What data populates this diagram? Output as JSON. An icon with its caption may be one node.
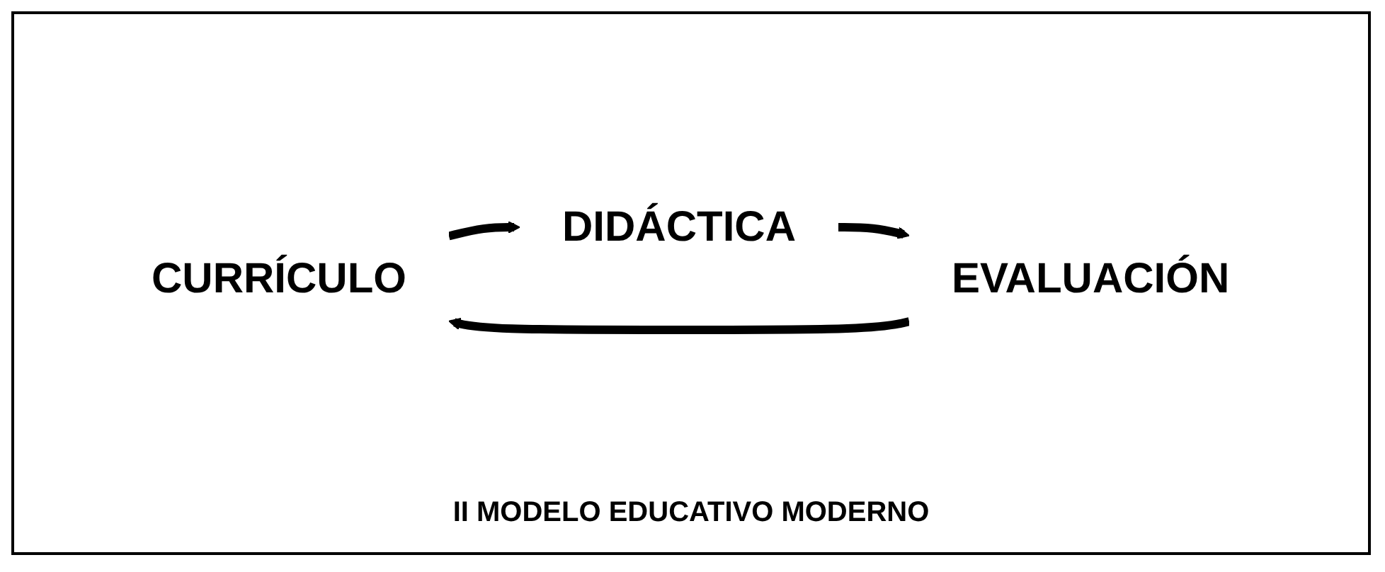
{
  "diagram": {
    "caption": "II MODELO EDUCATIVO MODERNO",
    "nodes": [
      {
        "text": [
          "CURRÍCULO"
        ]
      },
      {
        "text": [
          "DIDÁCTICA"
        ]
      },
      {
        "text": [
          "EVALUACIÓN"
        ]
      }
    ],
    "edges": [
      {
        "from": 0,
        "to": 1,
        "arrow": "to"
      },
      {
        "from": 1,
        "to": 2,
        "arrow": "to"
      },
      {
        "from": 2,
        "to": 0,
        "arrow": "to"
      }
    ]
  }
}
